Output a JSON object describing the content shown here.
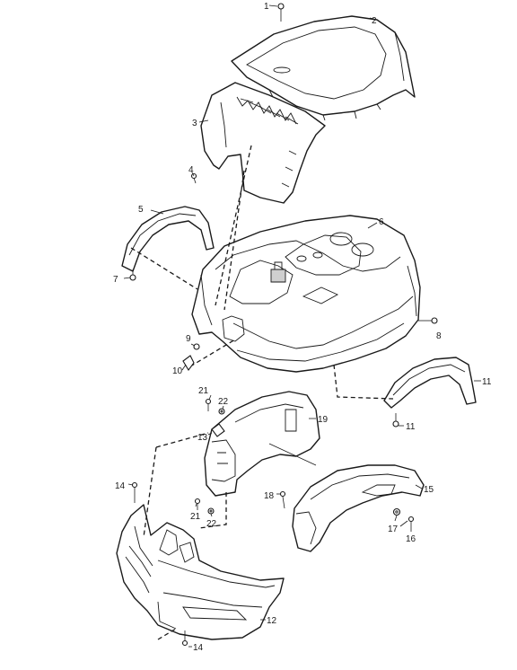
{
  "callouts": [
    {
      "id": "1"
    },
    {
      "id": "2"
    },
    {
      "id": "3"
    },
    {
      "id": "4"
    },
    {
      "id": "5"
    },
    {
      "id": "6"
    },
    {
      "id": "7"
    },
    {
      "id": "8"
    },
    {
      "id": "9"
    },
    {
      "id": "10"
    },
    {
      "id": "11"
    },
    {
      "id": "11"
    },
    {
      "id": "12"
    },
    {
      "id": "13"
    },
    {
      "id": "14"
    },
    {
      "id": "14"
    },
    {
      "id": "15"
    },
    {
      "id": "16"
    },
    {
      "id": "17"
    },
    {
      "id": "18"
    },
    {
      "id": "19"
    },
    {
      "id": "21"
    },
    {
      "id": "21"
    },
    {
      "id": "22"
    },
    {
      "id": "22"
    }
  ],
  "colors": {
    "line": "#1a1a1a",
    "fill": "#ffffff",
    "shade": "#cfcfcf"
  }
}
